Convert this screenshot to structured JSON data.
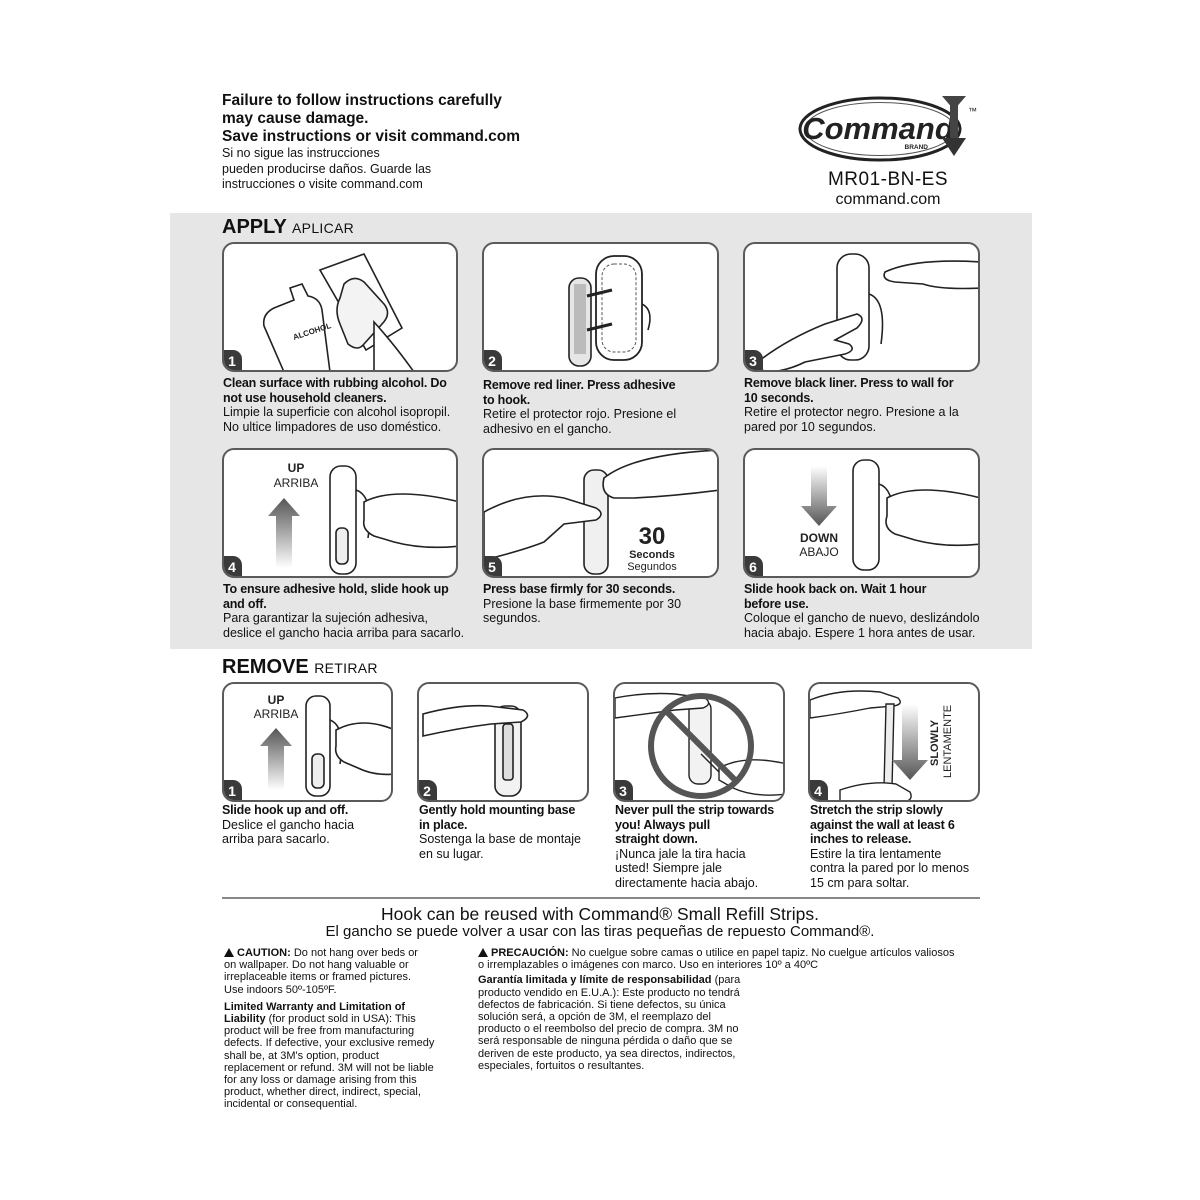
{
  "header": {
    "warning_en": [
      "Failure to follow instructions carefully",
      "may cause damage.",
      "Save instructions or visit command.com"
    ],
    "warning_es": [
      "Si no sigue las instrucciones",
      "pueden producirse daños. Guarde las",
      "instrucciones o visite command.com"
    ],
    "logo_text": "Command",
    "logo_trademark": "™",
    "logo_brand": "BRAND",
    "model": "MR01-BN-ES",
    "website": "command.com"
  },
  "apply": {
    "title": "APPLY",
    "subtitle": "APLICAR",
    "steps": [
      {
        "num": "1",
        "en": [
          "Clean surface with rubbing alcohol. Do",
          "not use household cleaners."
        ],
        "es": [
          "Limpie la superficie con alcohol isopropil.",
          "No ultice limpadores de uso doméstico."
        ],
        "art_text": "ALCOHOL"
      },
      {
        "num": "2",
        "en": [
          "Remove red liner. Press adhesive",
          "to hook."
        ],
        "es": [
          "Retire el protector rojo. Presione el",
          "adhesivo en el gancho."
        ]
      },
      {
        "num": "3",
        "en": [
          "Remove black liner. Press to wall for",
          "10 seconds."
        ],
        "es": [
          "Retire el protector negro. Presione a la",
          "pared por 10 segundos."
        ]
      },
      {
        "num": "4",
        "en": [
          "To ensure adhesive hold, slide hook up",
          "and off."
        ],
        "es": [
          "Para garantizar la sujeción adhesiva,",
          "deslice el gancho hacia arriba para sacarlo."
        ],
        "art_up": "UP",
        "art_up_es": "ARRIBA"
      },
      {
        "num": "5",
        "en": [
          "Press base firmly for 30 seconds."
        ],
        "es": [
          "Presione la base firmemente por 30",
          "segundos."
        ],
        "art_num": "30",
        "art_unit": "Seconds",
        "art_unit_es": "Segundos"
      },
      {
        "num": "6",
        "en": [
          "Slide hook back on. Wait 1 hour",
          "before use."
        ],
        "es": [
          "Coloque el gancho de nuevo, deslizándolo",
          "hacia abajo. Espere 1 hora antes de usar."
        ],
        "art_down": "DOWN",
        "art_down_es": "ABAJO"
      }
    ]
  },
  "remove": {
    "title": "REMOVE",
    "subtitle": "RETIRAR",
    "steps": [
      {
        "num": "1",
        "en": [
          "Slide hook up and off."
        ],
        "es": [
          "Deslice el gancho hacia",
          "arriba para sacarlo."
        ],
        "art_up": "UP",
        "art_up_es": "ARRIBA"
      },
      {
        "num": "2",
        "en": [
          "Gently hold mounting base",
          "in place."
        ],
        "es": [
          "Sostenga la base de montaje",
          "en su lugar."
        ]
      },
      {
        "num": "3",
        "en": [
          "Never pull the strip towards",
          "you! Always pull",
          "straight down."
        ],
        "es": [
          "¡Nunca jale la tira hacia",
          "usted! Siempre jale",
          "directamente hacia abajo."
        ]
      },
      {
        "num": "4",
        "en": [
          "Stretch the strip slowly",
          "against the wall at least 6",
          "inches to release."
        ],
        "es": [
          "Estire la tira lentamente",
          "contra la pared por lo menos",
          "15 cm para soltar."
        ],
        "art_slow": "SLOWLY",
        "art_slow_es": "LENTAMENTE"
      }
    ]
  },
  "reuse": {
    "en": "Hook can be reused with Command® Small Refill Strips.",
    "es": "El gancho se puede volver a usar con las tiras pequeñas de repuesto Command®."
  },
  "caution_en": {
    "label": "CAUTION:",
    "lines": [
      " Do not hang over beds or",
      "on wallpaper. Do not hang valuable or",
      "irreplaceable items or framed pictures.",
      "Use indoors 50º-105ºF."
    ],
    "warranty_title": [
      "Limited Warranty and Limitation of",
      "Liability"
    ],
    "warranty_lines": [
      " (for product sold in USA): This",
      "product will be free from manufacturing",
      "defects. If defective, your exclusive remedy",
      "shall be, at 3M's option, product",
      "replacement or refund. 3M will not be liable",
      "for any loss or damage arising from this",
      "product, whether direct, indirect, special,",
      "incidental or consequential."
    ]
  },
  "caution_es": {
    "label": "PRECAUCIÓN:",
    "lines": [
      " No cuelgue sobre camas o utilice en papel tapiz. No cuelgue artículos valiosos",
      "o irremplazables o imágenes con marco. Uso en interiores 10º a 40ºC"
    ],
    "warranty_title": "Garantía limitada y límite de responsabilidad",
    "warranty_lines": [
      " (para",
      "producto vendido en E.U.A.): Este producto no tendrá",
      "defectos de fabricación. Si tiene defectos, su única",
      "solución será, a opción de 3M, el reemplazo del",
      "producto o el reembolso del precio de compra. 3M no",
      "será responsable de ninguna pérdida o daño que se",
      "deriven de este producto, ya sea directos, indirectos,",
      "especiales, fortuitos o resultantes."
    ]
  }
}
